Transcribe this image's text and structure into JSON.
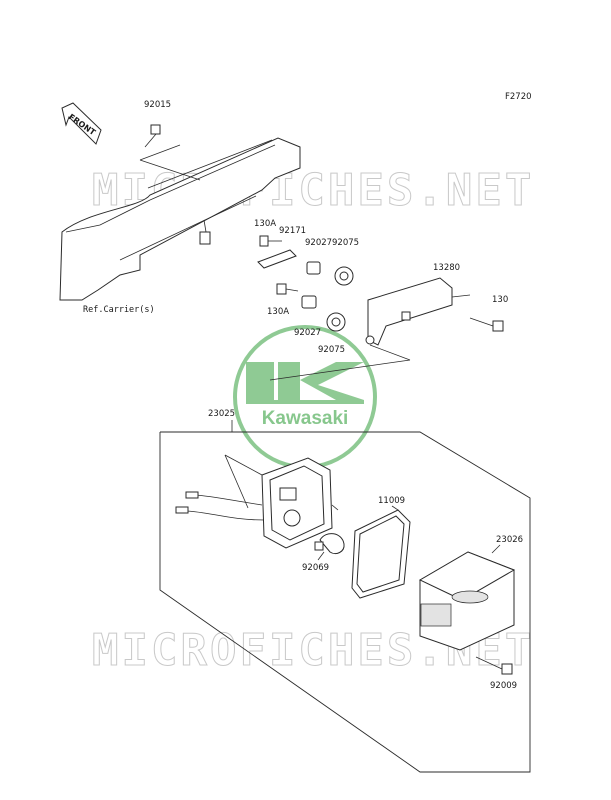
{
  "figure_code": "F2720",
  "front_arrow_label": "FRONT",
  "watermark_text": "MICROFICHES.NET",
  "brand_logo_text": "Kawasaki",
  "reference_label": "Ref.Carrier(s)",
  "part_labels": {
    "p92015": "92015",
    "p130a_top": "130A",
    "p92171": "92171",
    "p92027_top": "92027",
    "p92075_top": "92075",
    "p13280": "13280",
    "p130": "130",
    "p130a_bottom": "130A",
    "p92027_bottom": "92027",
    "p92075_bottom": "92075",
    "p23025": "23025",
    "p11009": "11009",
    "p92069": "92069",
    "p23026": "23026",
    "p92009": "92009"
  },
  "colors": {
    "logo_green": "#7bc181",
    "watermark_gray": "#c9c9c9",
    "line": "#2b2b2b"
  }
}
